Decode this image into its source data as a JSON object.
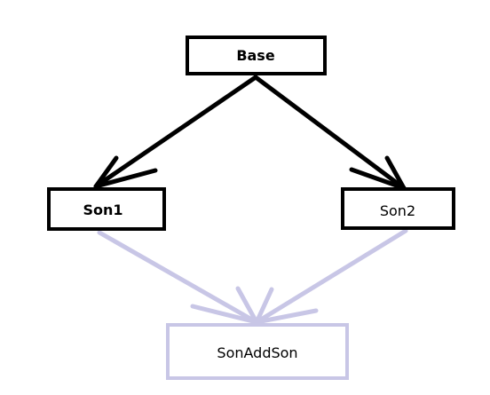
{
  "nodes": {
    "base": {
      "label": "Base"
    },
    "son1": {
      "label": "Son1"
    },
    "son2": {
      "label": "Son2"
    },
    "sonaddson": {
      "label": "SonAddSon"
    }
  },
  "colors": {
    "primary_stroke": "#000000",
    "secondary_stroke": "#c8c6e6",
    "background": "#ffffff"
  }
}
